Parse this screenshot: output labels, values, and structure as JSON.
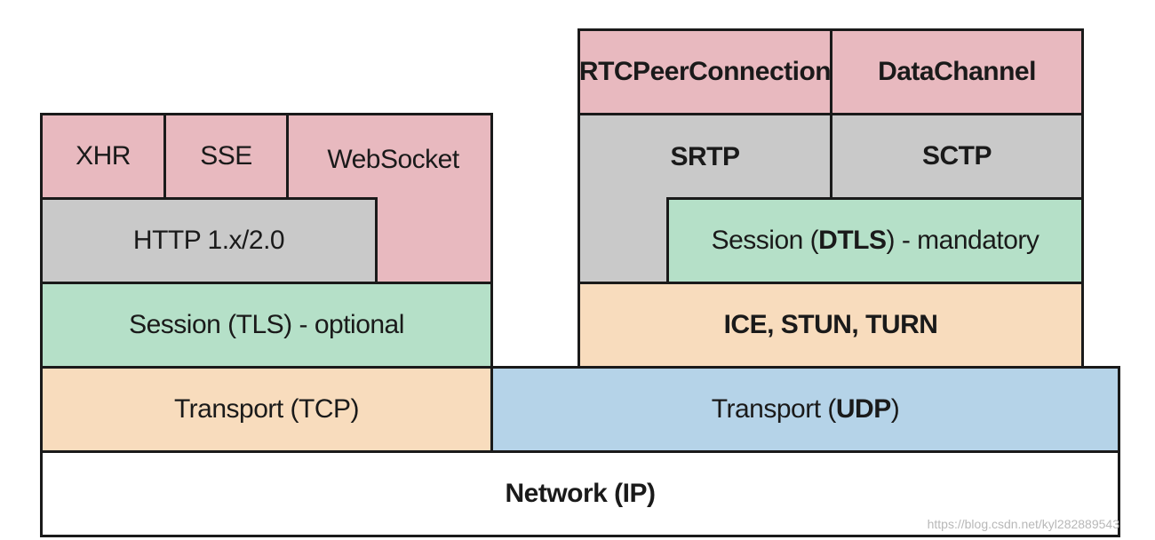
{
  "left_stack": {
    "xhr": "XHR",
    "sse": "SSE",
    "websocket": "WebSocket",
    "http": "HTTP 1.x/2.0",
    "session_prefix": "Session (",
    "session_bold": "TLS",
    "session_suffix": ") - optional",
    "transport": "Transport (TCP)"
  },
  "right_stack": {
    "rtcpeerconnection": "RTCPeerConnection",
    "datachannel": "DataChannel",
    "srtp": "SRTP",
    "sctp": "SCTP",
    "session_prefix": "Session (",
    "session_bold": "DTLS",
    "session_suffix": ") - mandatory",
    "ice": "ICE, STUN, TURN",
    "transport_prefix": "Transport (",
    "transport_bold": "UDP",
    "transport_suffix": ")"
  },
  "network": "Network (IP)",
  "watermark": "https://blog.csdn.net/kyl282889543",
  "colors": {
    "application": "#e8b9bf",
    "protocol": "#c9c9c9",
    "session": "#b5e0c8",
    "transport_tcp_ice": "#f8dcbd",
    "transport_udp": "#b5d3e8",
    "network": "#ffffff"
  }
}
